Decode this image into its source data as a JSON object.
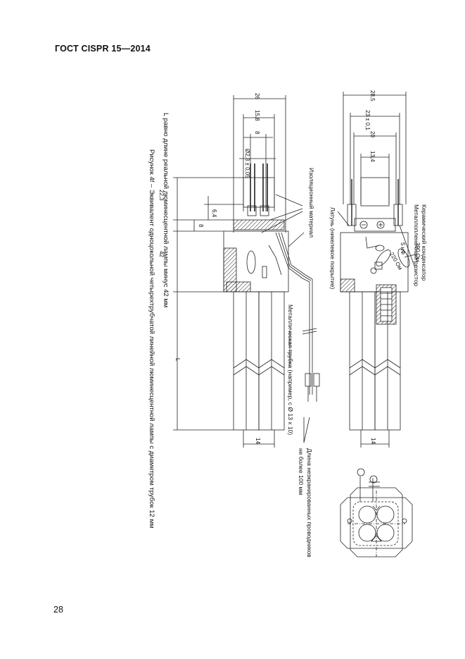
{
  "header": {
    "title": "ГОСТ CISPR 15—2014"
  },
  "page_number": "28",
  "caption": "Рисунок 4f – Эквивалент одноцокольной четырехтрубчатой линейной люминесцентной лампы с диаметром трубок 12 мм",
  "note": "L равно длине реальной люминесцентной лампы минус 42 мм",
  "callouts": {
    "insulation": "Изоляционный материал",
    "metal_tube": "Металлическая трубка (например, с Ø 13 х 10)",
    "wire_length_1": "Длина неэкранированных проводников",
    "wire_length_2": "не более 100 мм",
    "capacitor": "Керамический конденсатор",
    "resistor": "Металлопленочный резистор",
    "brass": "Латунь (никелевое покрытие)"
  },
  "dims": {
    "w26": "26",
    "w15_8": "15,8",
    "w8": "8",
    "d2_3": "Ø2,3 ± 0,05",
    "h22_3": "22,3",
    "h6_4": "6,4",
    "h8": "8",
    "h42": "42",
    "hL": "L",
    "w14a": "14",
    "w28_5": "28,5",
    "w23": "23 ± 0,1",
    "w20": "20",
    "w13_4": "13,4",
    "w14b": "14",
    "r390": "390 Ом",
    "c5": "5 нФ",
    "r220": "220 Ом"
  }
}
